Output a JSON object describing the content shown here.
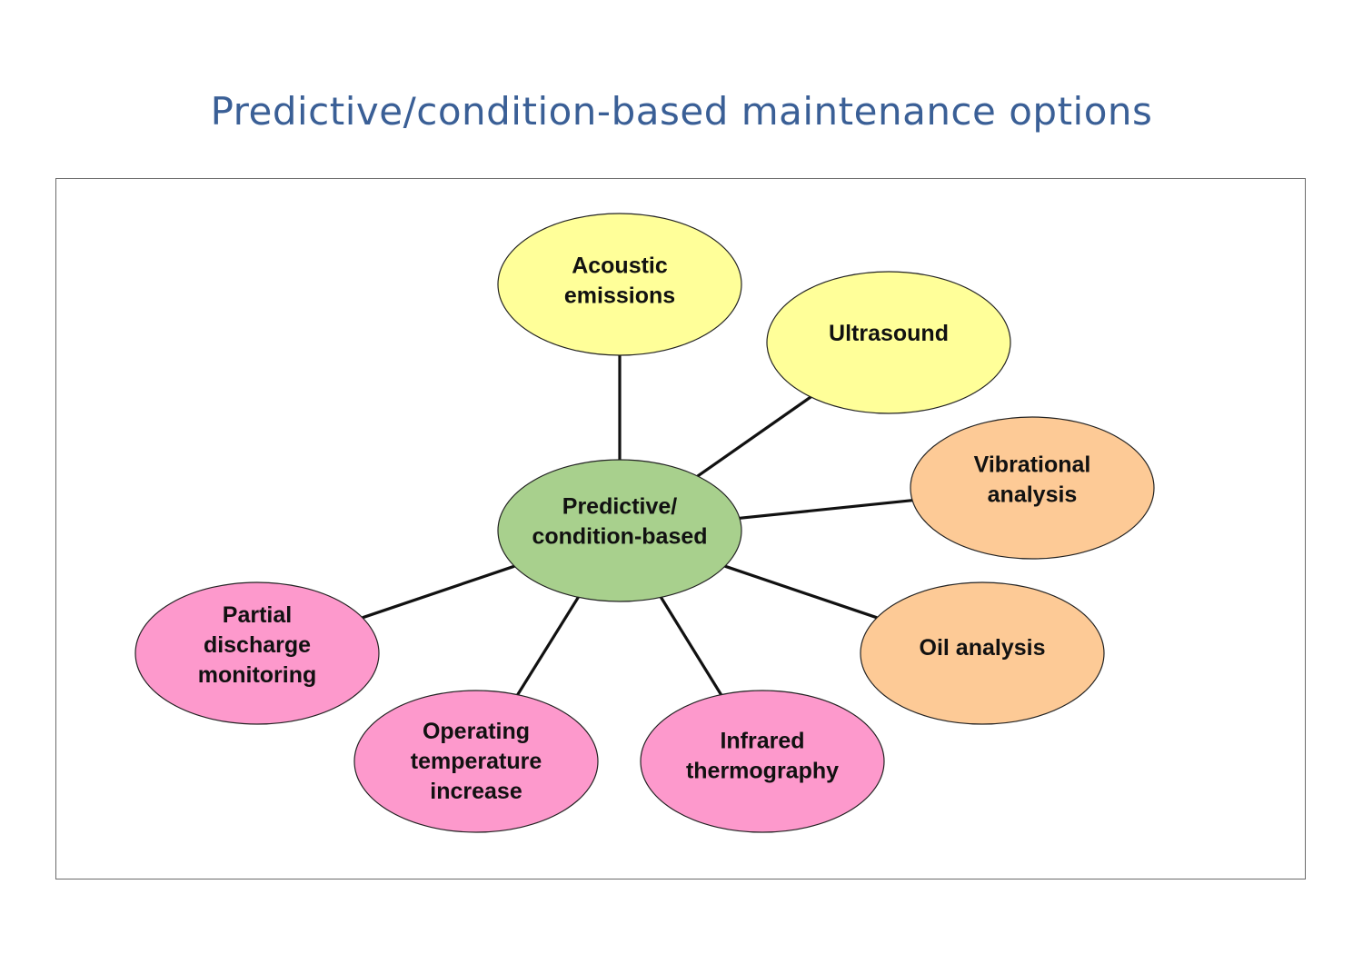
{
  "title": "Predictive/condition-based maintenance options",
  "colors": {
    "title": "#3a5f96",
    "center_green": "#a8d08d",
    "yellow": "#ffff99",
    "orange": "#fdca96",
    "pink": "#fd99cc"
  },
  "center": {
    "lines": [
      "Predictive/",
      "condition-based"
    ],
    "color": "#a8d08d"
  },
  "nodes": [
    {
      "id": "acoustic-emissions",
      "lines": [
        "Acoustic",
        "emissions"
      ],
      "color": "#ffff99"
    },
    {
      "id": "ultrasound",
      "lines": [
        "Ultrasound"
      ],
      "color": "#ffff99"
    },
    {
      "id": "vibrational-analysis",
      "lines": [
        "Vibrational",
        "analysis"
      ],
      "color": "#fdca96"
    },
    {
      "id": "oil-analysis",
      "lines": [
        "Oil analysis"
      ],
      "color": "#fdca96"
    },
    {
      "id": "infrared-thermography",
      "lines": [
        "Infrared",
        "thermography"
      ],
      "color": "#fd99cc"
    },
    {
      "id": "operating-temperature-increase",
      "lines": [
        "Operating",
        "temperature",
        "increase"
      ],
      "color": "#fd99cc"
    },
    {
      "id": "partial-discharge-monitoring",
      "lines": [
        "Partial",
        "discharge",
        "monitoring"
      ],
      "color": "#fd99cc"
    }
  ]
}
